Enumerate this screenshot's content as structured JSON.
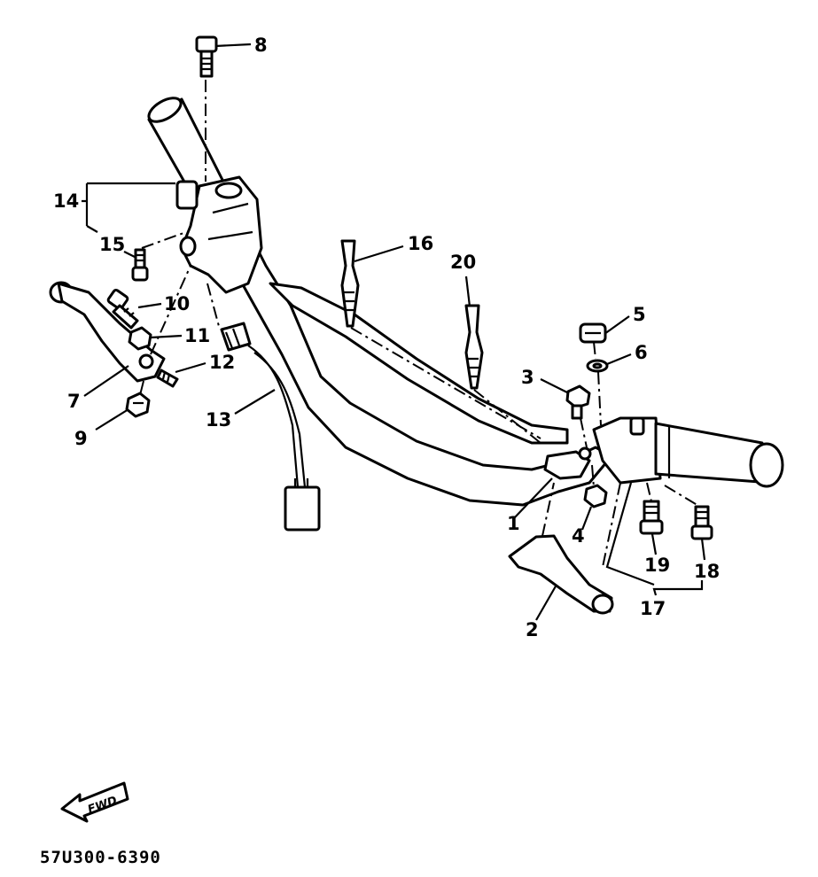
{
  "diagram": {
    "part_labels": {
      "p1": "1",
      "p2": "2",
      "p3": "3",
      "p4": "4",
      "p5": "5",
      "p6": "6",
      "p7": "7",
      "p8": "8",
      "p9": "9",
      "p10": "10",
      "p11": "11",
      "p12": "12",
      "p13": "13",
      "p14": "14",
      "p15": "15",
      "p16": "16",
      "p17": "17",
      "p18": "18",
      "p19": "19",
      "p20": "20"
    },
    "fwd_label": "FWD",
    "drawing_code": "57U300-6390"
  }
}
